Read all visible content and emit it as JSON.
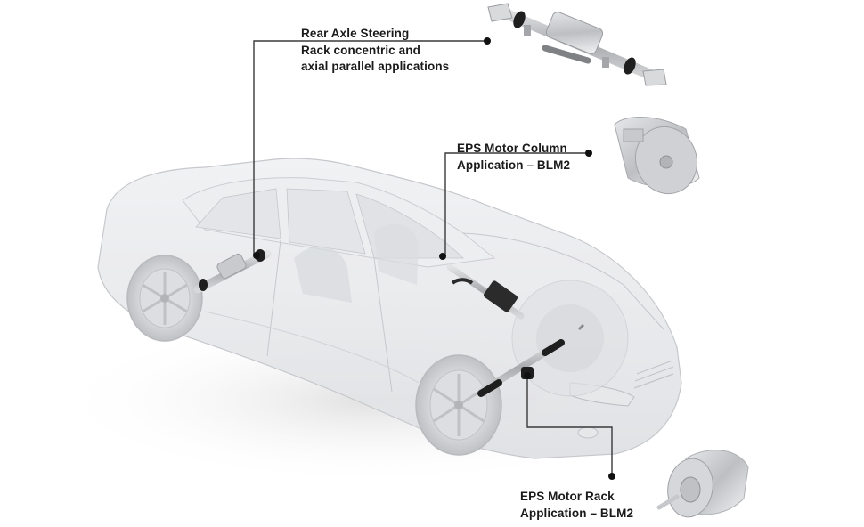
{
  "diagram": {
    "subject": "Transparent passenger car showing steering system motor applications",
    "callouts": [
      {
        "id": "rear-axle-steering",
        "lines": [
          "Rear Axle Steering",
          "Rack concentric and",
          "axial parallel applications"
        ],
        "product_image": "rear-axle-steering-actuator",
        "target": "rear axle steering rack"
      },
      {
        "id": "eps-motor-column",
        "lines": [
          "EPS Motor Column",
          "Application – BLM2"
        ],
        "product_image": "column-motor",
        "target": "steering column motor"
      },
      {
        "id": "eps-motor-rack",
        "lines": [
          "EPS Motor Rack",
          "Application – BLM2"
        ],
        "product_image": "rack-motor",
        "target": "front steering rack motor"
      }
    ],
    "colors": {
      "background": "#ffffff",
      "text": "#1a1a1a",
      "leader_line": "#3a3a3a",
      "car_body": "#e9eaec",
      "car_outline": "#c4c6ca",
      "motor_dark": "#2a2a2a",
      "metal": "#b9bbbf"
    }
  }
}
